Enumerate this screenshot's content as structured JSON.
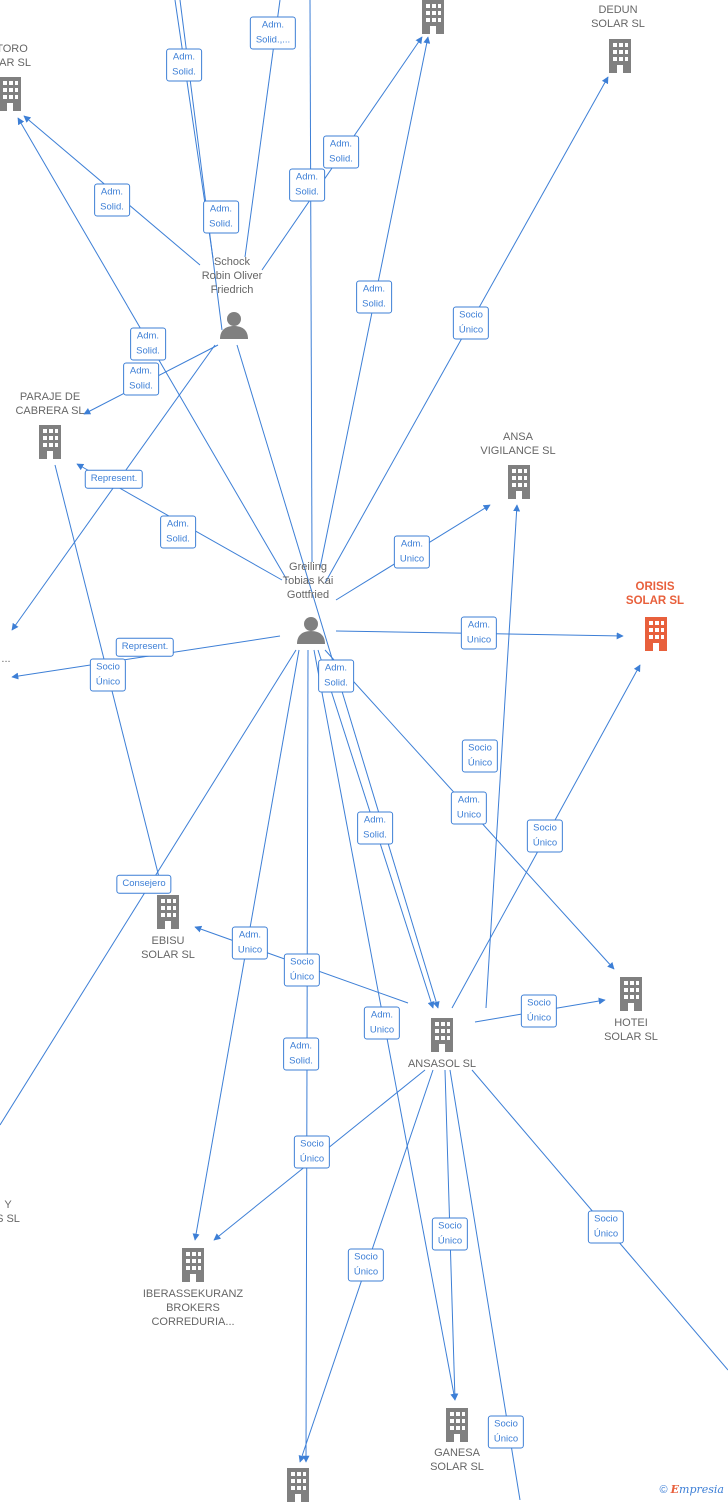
{
  "nodes": [
    {
      "id": "toro",
      "label": "TORO\nLAR SL",
      "type": "company"
    },
    {
      "id": "top-company",
      "label": "",
      "type": "company"
    },
    {
      "id": "dedun",
      "label": "DEDUN\nSOLAR SL",
      "type": "company"
    },
    {
      "id": "schock",
      "label": "Schock\nRobin Oliver\nFriedrich",
      "type": "person"
    },
    {
      "id": "paraje",
      "label": "PARAJE DE\nCABRERA SL",
      "type": "company"
    },
    {
      "id": "ansa",
      "label": "ANSA\nVIGILANCE SL",
      "type": "company"
    },
    {
      "id": "greiling",
      "label": "Greiling\nTobias Kai\nGottfried",
      "type": "person"
    },
    {
      "id": "orisis",
      "label": "ORISIS\nSOLAR SL",
      "type": "company",
      "focus": true
    },
    {
      "id": "left-partial",
      "label": "...",
      "type": "company"
    },
    {
      "id": "ebisu",
      "label": "EBISU\nSOLAR SL",
      "type": "company"
    },
    {
      "id": "hotei",
      "label": "HOTEI\nSOLAR SL",
      "type": "company"
    },
    {
      "id": "ansasol",
      "label": "ANSASOL SL",
      "type": "company"
    },
    {
      "id": "y-partial",
      "label": "Y\nS SL",
      "type": "company"
    },
    {
      "id": "iberassekuranz",
      "label": "IBERASSEKURANZ\nBROKERS\nCORREDURIA...",
      "type": "company"
    },
    {
      "id": "ganesa",
      "label": "GANESA\nSOLAR SL",
      "type": "company"
    },
    {
      "id": "bottom-company",
      "label": "",
      "type": "company"
    }
  ],
  "edge_labels": [
    "Adm.\nSolid.,...",
    "Adm.\nSolid.",
    "Adm.\nSolid.",
    "Adm.\nSolid.",
    "Adm.\nSolid.",
    "Adm.\nSolid.",
    "Adm.\nSolid.",
    "Adm.\nSolid.",
    "Adm.\nSolid.",
    "Socio\nÚnico",
    "Represent.",
    "Adm.\nSolid.",
    "Adm.\nUnico",
    "Adm.\nUnico",
    "Represent.",
    "Socio\nÚnico",
    "Adm.\nSolid.",
    "Socio\nÚnico",
    "Adm.\nUnico",
    "Adm.\nSolid.",
    "Socio\nÚnico",
    "Consejero",
    "Adm.\nUnico",
    "Socio\nÚnico",
    "Adm.\nUnico",
    "Socio\nÚnico",
    "Adm.\nSolid.",
    "Socio\nÚnico",
    "Socio\nÚnico",
    "Socio\nÚnico",
    "Socio\nÚnico",
    "Socio\nÚnico"
  ],
  "colors": {
    "edge": "#3d7fd6",
    "node": "#808080",
    "focus": "#e8603c",
    "text": "#666666"
  },
  "footer": {
    "copyright": "©",
    "brand_initial": "E",
    "brand_rest": "mpresia"
  }
}
